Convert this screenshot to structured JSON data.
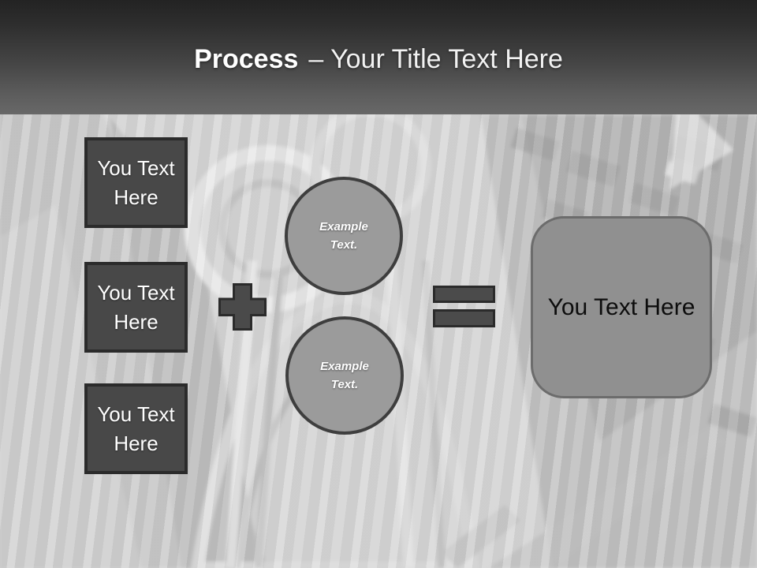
{
  "title": {
    "bold": "Process",
    "rest": "– Your Title Text Here"
  },
  "left_boxes": [
    {
      "label": "You Text Here"
    },
    {
      "label": "You Text Here"
    },
    {
      "label": "You Text Here"
    }
  ],
  "operators": {
    "plus_icon": "plus",
    "equals_icon": "equals"
  },
  "circles": [
    {
      "label": "Example Text."
    },
    {
      "label": "Example Text."
    }
  ],
  "result_box": {
    "label": "You Text Here"
  },
  "colors": {
    "header_top": "#232323",
    "header_bottom": "#686868",
    "dark_shape_fill": "#484848",
    "dark_shape_border": "#2b2b2b",
    "circle_fill": "#9b9b9b",
    "circle_border": "#3e3e3e",
    "result_fill": "#909090",
    "result_border": "#6c6c6c",
    "background_base": "#d4d4d4",
    "title_text": "#ffffff",
    "result_text": "#0d0d0d"
  }
}
